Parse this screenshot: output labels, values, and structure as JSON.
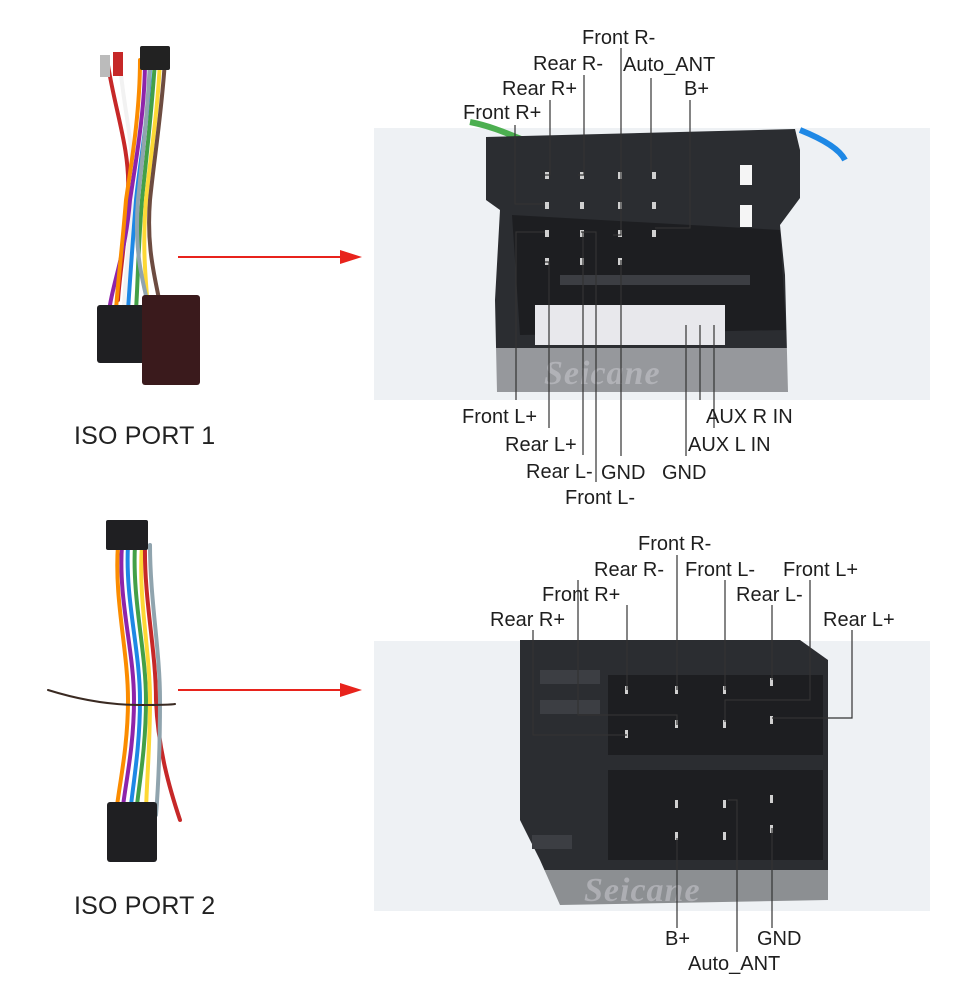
{
  "colors": {
    "arrow": "#e8231c",
    "connector": "#2b2d31",
    "leader": "#333333",
    "panel": "#eef1f4"
  },
  "port1": {
    "title": "ISO PORT 1",
    "watermark": "Seicane",
    "labels": {
      "front_r_minus": "Front R-",
      "rear_r_minus": "Rear R-",
      "auto_ant": "Auto_ANT",
      "rear_r_plus": "Rear R+",
      "b_plus": "B+",
      "front_r_plus": "Front R+",
      "front_l_plus": "Front L+",
      "aux_r_in": "AUX R IN",
      "rear_l_plus": "Rear L+",
      "aux_l_in": "AUX L IN",
      "rear_l_minus": "Rear L-",
      "gnd_a": "GND",
      "gnd_b": "GND",
      "front_l_minus": "Front L-"
    }
  },
  "port2": {
    "title": "ISO PORT 2",
    "watermark": "Seicane",
    "labels": {
      "front_r_minus": "Front R-",
      "rear_r_minus": "Rear R-",
      "front_l_minus": "Front L-",
      "front_l_plus": "Front L+",
      "front_r_plus": "Front R+",
      "rear_l_minus": "Rear L-",
      "rear_r_plus": "Rear R+",
      "rear_l_plus": "Rear L+",
      "b_plus": "B+",
      "gnd": "GND",
      "auto_ant": "Auto_ANT"
    }
  }
}
